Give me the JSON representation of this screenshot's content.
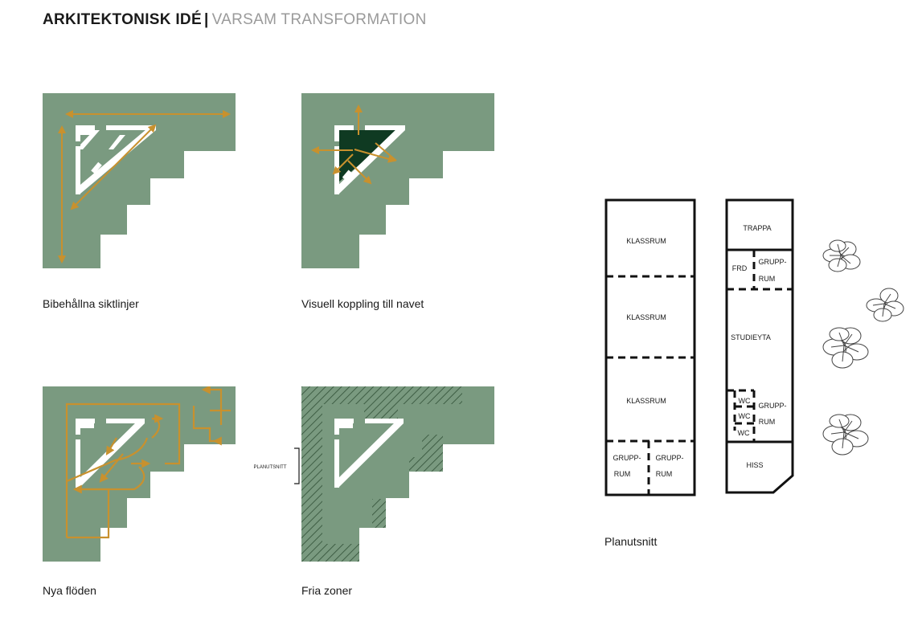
{
  "header": {
    "title_bold": "ARKITEKTONISK IDÉ",
    "separator": "|",
    "title_light": "VARSAM TRANSFORMATION"
  },
  "colors": {
    "green": "#7a9a80",
    "dark_green": "#0f3a22",
    "orange": "#c8912e",
    "hatch": "#3f5e45",
    "ink": "#111111"
  },
  "panels": {
    "sightlines": {
      "caption": "Bibehållna siktlinjer"
    },
    "visual": {
      "caption": "Visuell koppling till navet"
    },
    "flows": {
      "caption": "Nya flöden"
    },
    "zones": {
      "caption": "Fria zoner",
      "section_label": "PLANUTSNITT"
    }
  },
  "plan": {
    "caption": "Planutsnitt",
    "rooms": {
      "klassrum_1": "KLASSRUM",
      "klassrum_2": "KLASSRUM",
      "klassrum_3": "KLASSRUM",
      "grupprum_left_1a": "GRUPP-",
      "grupprum_left_1b": "RUM",
      "grupprum_left_2a": "GRUPP-",
      "grupprum_left_2b": "RUM",
      "trappa": "TRAPPA",
      "frd": "FRD",
      "grupprum_top_a": "GRUPP-",
      "grupprum_top_b": "RUM",
      "studieyta": "STUDIEYTA",
      "wc_1": "WC",
      "wc_2": "WC",
      "wc_3": "WC",
      "grupprum_mid_a": "GRUPP-",
      "grupprum_mid_b": "RUM",
      "hiss": "HISS"
    }
  }
}
